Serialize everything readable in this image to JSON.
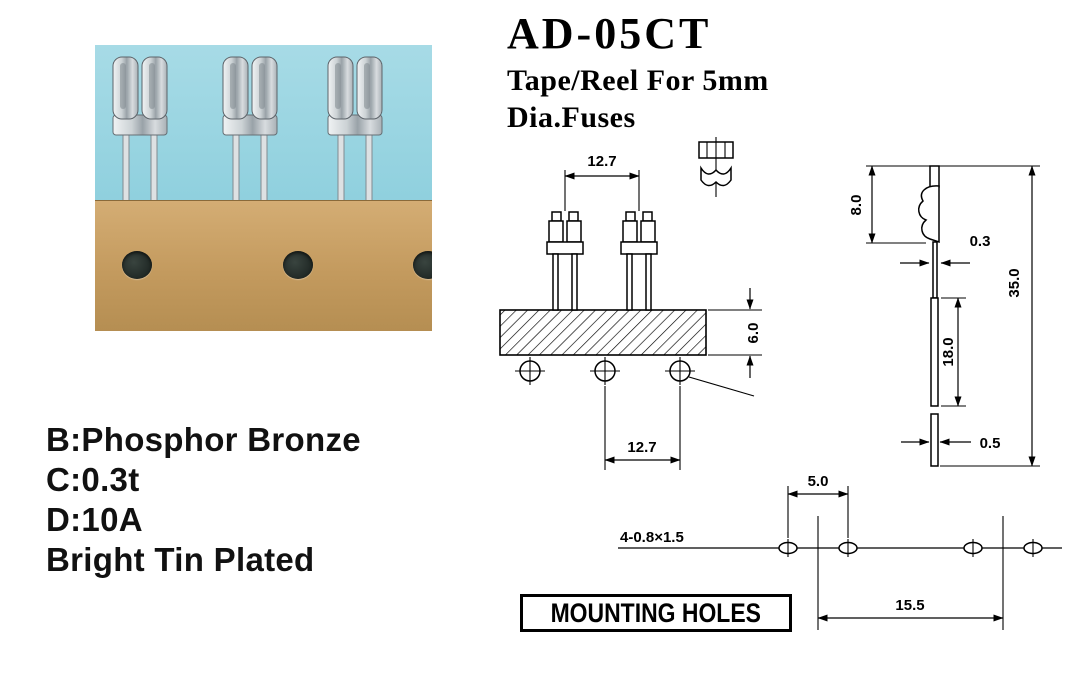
{
  "title": {
    "model": "AD-05CT",
    "subtitle1": "Tape/Reel For 5mm",
    "subtitle2": "Dia.Fuses"
  },
  "specs": {
    "lines": [
      "B:Phosphor Bronze",
      "C:0.3t",
      "D:10A",
      "Bright Tin Plated"
    ]
  },
  "dimensions": {
    "clip_pitch_top": "12.7",
    "tape_width": "6.0",
    "sprocket_pitch": "12.7",
    "clip_height": "8.0",
    "material_thickness": "0.3",
    "overall_height": "35.0",
    "leg_length": "18.0",
    "leg_width": "0.5",
    "hole_pitch": "5.0",
    "hole_span": "15.5",
    "hole_spec": "4-0.8×1.5"
  },
  "labels": {
    "mounting_holes": "MOUNTING HOLES"
  },
  "colors": {
    "photo_background": "#8fd0de",
    "tape_cardboard": "#c39a5e",
    "clip_metal": "#c9ced2",
    "drawing_lines": "#000000"
  }
}
